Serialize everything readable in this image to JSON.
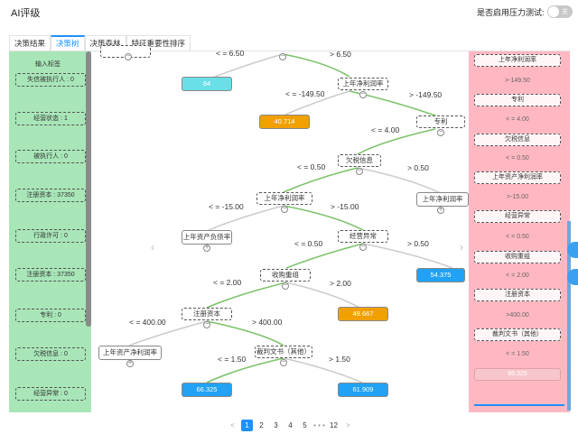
{
  "app": {
    "title": "AI评级"
  },
  "pressure": {
    "label": "是否启用压力测试:",
    "toggle_text": "关"
  },
  "tabs": [
    {
      "label": "决策结果"
    },
    {
      "label": "决策树"
    },
    {
      "label": "决策森林"
    },
    {
      "label": "特征重要性排序"
    }
  ],
  "left_panel": {
    "title": "输入标签",
    "features": [
      "失信被执行人 : 0",
      "经营状态 : 1",
      "被执行人 : 0",
      "注册资本 : 37350",
      "行政许可 : 0",
      "注册资本 : 37350",
      "专利 : 0",
      "欠税信息 : 0",
      "经营异常 : 0"
    ]
  },
  "tree": {
    "nodes": {
      "n_np1": "上年净利润率",
      "n_patent": "专利",
      "n_tax": "欠税信息",
      "n_np2": "上年净利润率",
      "n_np3": "上年净利润率",
      "n_debt": "上年资产负债率",
      "n_abn": "经营异常",
      "n_merge": "收购重组",
      "n_reg": "注册资本",
      "n_np4": "上年资产净利润率",
      "n_judge": "裁判文书（其他）"
    },
    "leaves": {
      "l_84": "84",
      "l_40": "40.714",
      "l_54": "54.375",
      "l_49": "49.667",
      "l_66": "66.325",
      "l_61": "61.909"
    },
    "edges": {
      "e1": "< = 6.50",
      "e2": "> 6.50",
      "e3": "< = -149.50",
      "e4": "> -149.50",
      "e5": "< = 4.00",
      "e6": "< = 0.50",
      "e7": "> 0.50",
      "e8": "< = -15.00",
      "e9": "> -15.00",
      "e10": "< = 0.50",
      "e11": "> 0.50",
      "e12": "< = 2.00",
      "e13": "> 2.00",
      "e14": "< = 400.00",
      "e15": "> 400.00",
      "e16": "< = 1.50",
      "e17": "> 1.50"
    }
  },
  "right_panel": {
    "path": [
      {
        "kind": "box",
        "text": "上年净利润率"
      },
      {
        "kind": "text",
        "text": ">-149.50"
      },
      {
        "kind": "box",
        "text": "专利"
      },
      {
        "kind": "text",
        "text": "< = 4.00"
      },
      {
        "kind": "box",
        "text": "欠税信息"
      },
      {
        "kind": "text",
        "text": "< = 0.50"
      },
      {
        "kind": "box",
        "text": "上年资产净利润率"
      },
      {
        "kind": "text",
        "text": ">-15.00"
      },
      {
        "kind": "box",
        "text": "经营异常"
      },
      {
        "kind": "text",
        "text": "< = 0.50"
      },
      {
        "kind": "box",
        "text": "收购重组"
      },
      {
        "kind": "text",
        "text": "< = 2.00"
      },
      {
        "kind": "box",
        "text": "注册资本"
      },
      {
        "kind": "text",
        "text": ">400.00"
      },
      {
        "kind": "box",
        "text": "裁判文书（其他）"
      },
      {
        "kind": "text",
        "text": "< = 1.50"
      },
      {
        "kind": "value",
        "text": "66.325"
      }
    ]
  },
  "pagination": {
    "prev": "<",
    "pages": [
      "1",
      "2",
      "3",
      "4",
      "5"
    ],
    "ellipsis": "• • •",
    "last": "12",
    "next": ">",
    "current": "1"
  },
  "colors": {
    "path_edge": "#7cc36a",
    "edge": "#cccccc",
    "left_panel": "#a8e6b8",
    "right_panel": "#ffb8c2",
    "accent": "#1e90ff"
  }
}
